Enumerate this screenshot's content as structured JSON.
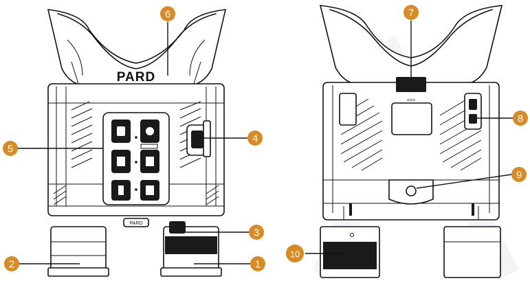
{
  "brand": "PARD",
  "focus_label": "<=>",
  "callouts": [
    {
      "n": "1",
      "target": "right-objective-lens",
      "color": "#d98a23"
    },
    {
      "n": "2",
      "target": "left-objective-lens",
      "color": "#d98a23"
    },
    {
      "n": "3",
      "target": "focus-wheel",
      "color": "#d98a23"
    },
    {
      "n": "4",
      "target": "side-button",
      "color": "#d98a23"
    },
    {
      "n": "5",
      "target": "control-button-panel",
      "color": "#d98a23"
    },
    {
      "n": "6",
      "target": "eyecup",
      "color": "#d98a23"
    },
    {
      "n": "7",
      "target": "diopter-wheel",
      "color": "#d98a23"
    },
    {
      "n": "8",
      "target": "usb-and-card-ports",
      "color": "#d98a23"
    },
    {
      "n": "9",
      "target": "tripod-mount",
      "color": "#d98a23"
    },
    {
      "n": "10",
      "target": "infrared-illuminator",
      "color": "#d98a23"
    }
  ],
  "icons": [
    "ir-icon",
    "power-icon",
    "menu-icon",
    "record-icon",
    "mode-icon",
    "photo-icon"
  ]
}
